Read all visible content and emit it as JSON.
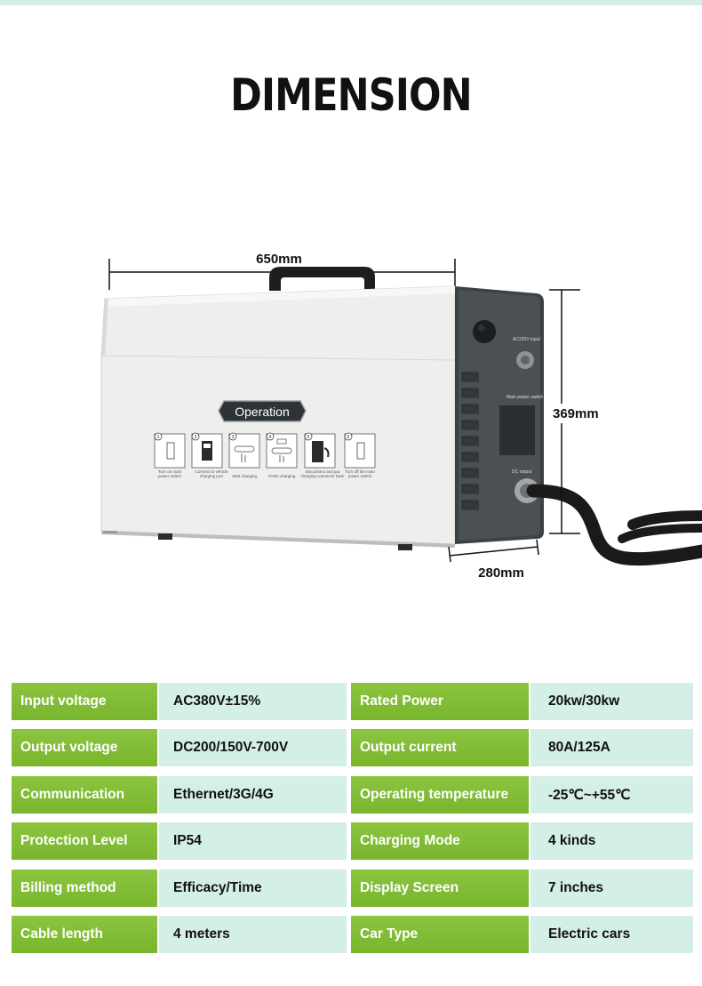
{
  "title": "DIMENSION",
  "dimensions": {
    "width": "650mm",
    "height": "369mm",
    "depth": "280mm"
  },
  "device": {
    "operation_label": "Operation",
    "steps": [
      {
        "num": "1",
        "text1": "Turn on main",
        "text2": "power switch"
      },
      {
        "num": "2",
        "text1": "Connect to vehicle",
        "text2": "charging port"
      },
      {
        "num": "3",
        "text1": "Start charging",
        "text2": ""
      },
      {
        "num": "4",
        "text1": "Finish charging",
        "text2": ""
      },
      {
        "num": "5",
        "text1": "Disconnect and put",
        "text2": "charging connector back"
      },
      {
        "num": "6",
        "text1": "Turn off the main",
        "text2": "power switch"
      }
    ],
    "panel_labels": {
      "ac_input": "AC220V input",
      "main_switch": "Main power switch",
      "dc_output": "DC output"
    }
  },
  "specs": [
    {
      "label1": "Input voltage",
      "value1": "AC380V±15%",
      "label2": "Rated Power",
      "value2": "20kw/30kw"
    },
    {
      "label1": "Output voltage",
      "value1": "DC200/150V-700V",
      "label2": "Output current",
      "value2": "80A/125A"
    },
    {
      "label1": "Communication",
      "value1": "Ethernet/3G/4G",
      "label2": "Operating temperature",
      "value2": "-25℃~+55℃"
    },
    {
      "label1": "Protection Level",
      "value1": "IP54",
      "label2": "Charging Mode",
      "value2": "4 kinds"
    },
    {
      "label1": "Billing method",
      "value1": "Efficacy/Time",
      "label2": "Display Screen",
      "value2": "7 inches"
    },
    {
      "label1": "Cable length",
      "value1": "4 meters",
      "label2": "Car Type",
      "value2": "Electric cars"
    }
  ]
}
